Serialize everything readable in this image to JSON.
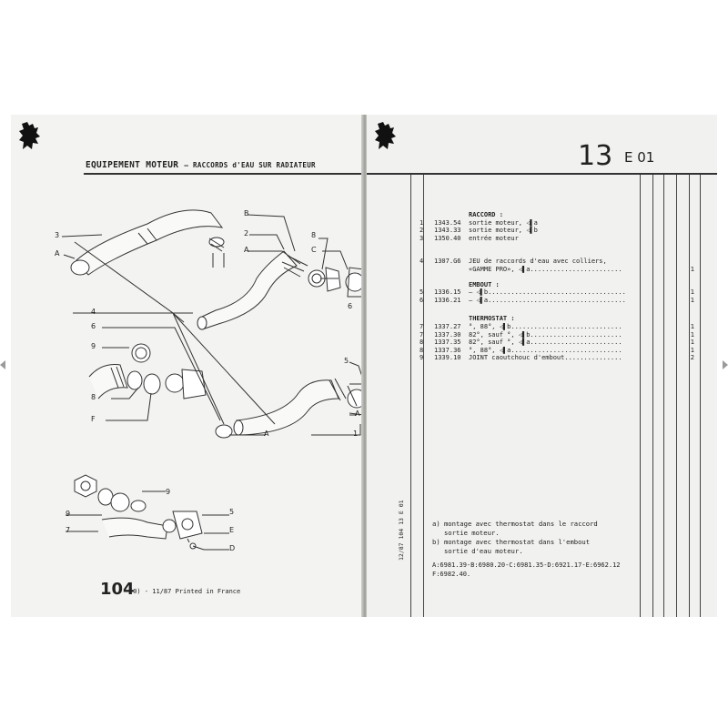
{
  "viewer": {
    "prev_icon": "chevron-left-icon",
    "next_icon": "chevron-right-icon"
  },
  "left_page": {
    "logo_icon": "lion-logo-icon",
    "header_title": "EQUIPEMENT MOTEUR",
    "header_sub": "– RACCORDS d'EAU SUR RADIATEUR",
    "callouts": [
      "3",
      "A",
      "B",
      "2",
      "A",
      "8",
      "C",
      "4",
      "6",
      "9",
      "8",
      "F",
      "5",
      "A",
      "A",
      "1",
      "9",
      "9",
      "7",
      "5",
      "E",
      "D",
      "6"
    ],
    "page_number": "104",
    "print_note": "(0) - 11/87 Printed in France"
  },
  "right_page": {
    "logo_icon": "lion-logo-icon",
    "section_number": "13",
    "section_code": "E 01",
    "groups": [
      {
        "heading": "RACCORD :",
        "rows": [
          {
            "num": "1",
            "ref": "1343.54",
            "desc": "sortie moteur, ◁▌a",
            "qty": ""
          },
          {
            "num": "2",
            "ref": "1343.33",
            "desc": "sortie moteur, ◁▌b",
            "qty": ""
          },
          {
            "num": "3",
            "ref": "1350.40",
            "desc": "entrée moteur",
            "qty": ""
          }
        ]
      },
      {
        "heading": "",
        "rows": [
          {
            "num": "4",
            "ref": "1307.G6",
            "desc": "JEU de raccords d'eau avec colliers,",
            "qty": ""
          },
          {
            "num": "",
            "ref": "",
            "desc": "«GAMME PRO», ◁▌a........................",
            "qty": "1"
          }
        ]
      },
      {
        "heading": "EMBOUT :",
        "rows": [
          {
            "num": "5",
            "ref": "1336.15",
            "desc": "– ◁▌b....................................",
            "qty": "1"
          },
          {
            "num": "6",
            "ref": "1336.21",
            "desc": "– ◁▌a....................................",
            "qty": "1"
          }
        ]
      },
      {
        "heading": "THERMOSTAT :",
        "rows": [
          {
            "num": "7",
            "ref": "1337.27",
            "desc": "°, 88°, ◁▌b.............................",
            "qty": "1"
          },
          {
            "num": "7",
            "ref": "1337.30",
            "desc": "82°, sauf °, ◁▌b........................",
            "qty": "1"
          },
          {
            "num": "8",
            "ref": "1337.35",
            "desc": "82°, sauf °, ◁▌a........................",
            "qty": "1"
          },
          {
            "num": "8",
            "ref": "1337.36",
            "desc": "°, 88°, ◁▌a.............................",
            "qty": "1"
          },
          {
            "num": "9",
            "ref": "1339.10",
            "desc": "JOINT caoutchouc d'embout...............",
            "qty": "2"
          }
        ]
      }
    ],
    "vertical_code": "12/87  104  13 E 01",
    "notes": [
      "a) montage avec thermostat dans le raccord",
      "   sortie moteur.",
      "b) montage avec thermostat dans l'embout",
      "   sortie d'eau moteur."
    ],
    "codes_line1": "A:6981.39-B:6980.20-C:6981.35-D:6921.17-E:6962.12",
    "codes_line2": "F:6982.40."
  }
}
